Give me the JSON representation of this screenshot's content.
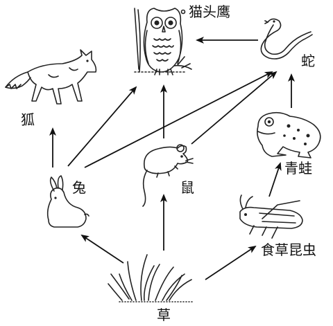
{
  "nodes": {
    "owl": "猫头鹰",
    "snake": "蛇",
    "fox": "狐",
    "rabbit": "兔",
    "mouse": "鼠",
    "frog": "青蛙",
    "insect": "食草昆虫",
    "grass": "草"
  },
  "food_chains": [
    [
      "草",
      "兔",
      "狐"
    ],
    [
      "草",
      "兔",
      "猫头鹰"
    ],
    [
      "草",
      "兔",
      "蛇"
    ],
    [
      "草",
      "鼠",
      "猫头鹰"
    ],
    [
      "草",
      "鼠",
      "蛇"
    ],
    [
      "草",
      "食草昆虫",
      "青蛙",
      "蛇",
      "猫头鹰"
    ]
  ],
  "edges": [
    {
      "from": "草",
      "to": "兔"
    },
    {
      "from": "草",
      "to": "鼠"
    },
    {
      "from": "草",
      "to": "食草昆虫"
    },
    {
      "from": "兔",
      "to": "狐"
    },
    {
      "from": "兔",
      "to": "猫头鹰"
    },
    {
      "from": "兔",
      "to": "蛇"
    },
    {
      "from": "鼠",
      "to": "猫头鹰"
    },
    {
      "from": "鼠",
      "to": "蛇"
    },
    {
      "from": "食草昆虫",
      "to": "青蛙"
    },
    {
      "from": "青蛙",
      "to": "蛇"
    },
    {
      "from": "蛇",
      "to": "猫头鹰"
    }
  ]
}
